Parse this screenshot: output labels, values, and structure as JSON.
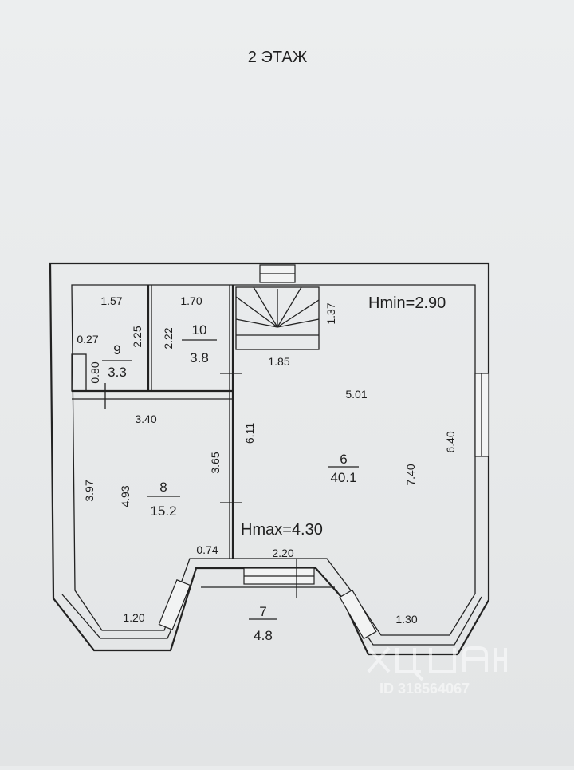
{
  "plan": {
    "floor_title": "2 ЭТАЖ",
    "height_min": "Hmin=2.90",
    "height_max": "Hmax=4.30",
    "rooms": [
      {
        "id": "6",
        "number": "6",
        "area": "40.1"
      },
      {
        "id": "7",
        "number": "7",
        "area": "4.8"
      },
      {
        "id": "8",
        "number": "8",
        "area": "15.2"
      },
      {
        "id": "9",
        "number": "9",
        "area": "3.3"
      },
      {
        "id": "10",
        "number": "10",
        "area": "3.8"
      }
    ],
    "dimensions": {
      "d157": "1.57",
      "d170": "1.70",
      "d137": "1.37",
      "d225": "2.25",
      "d222": "2.22",
      "d027": "0.27",
      "d080": "0.80",
      "d185": "1.85",
      "d501": "5.01",
      "d340": "3.40",
      "d611": "6.11",
      "d640": "6.40",
      "d365": "3.65",
      "d740": "7.40",
      "d397": "3.97",
      "d493": "4.93",
      "d074": "0.74",
      "d220": "2.20",
      "d120": "1.20",
      "d130": "1.30"
    },
    "watermark": {
      "id_text": "ID 318564067"
    }
  }
}
